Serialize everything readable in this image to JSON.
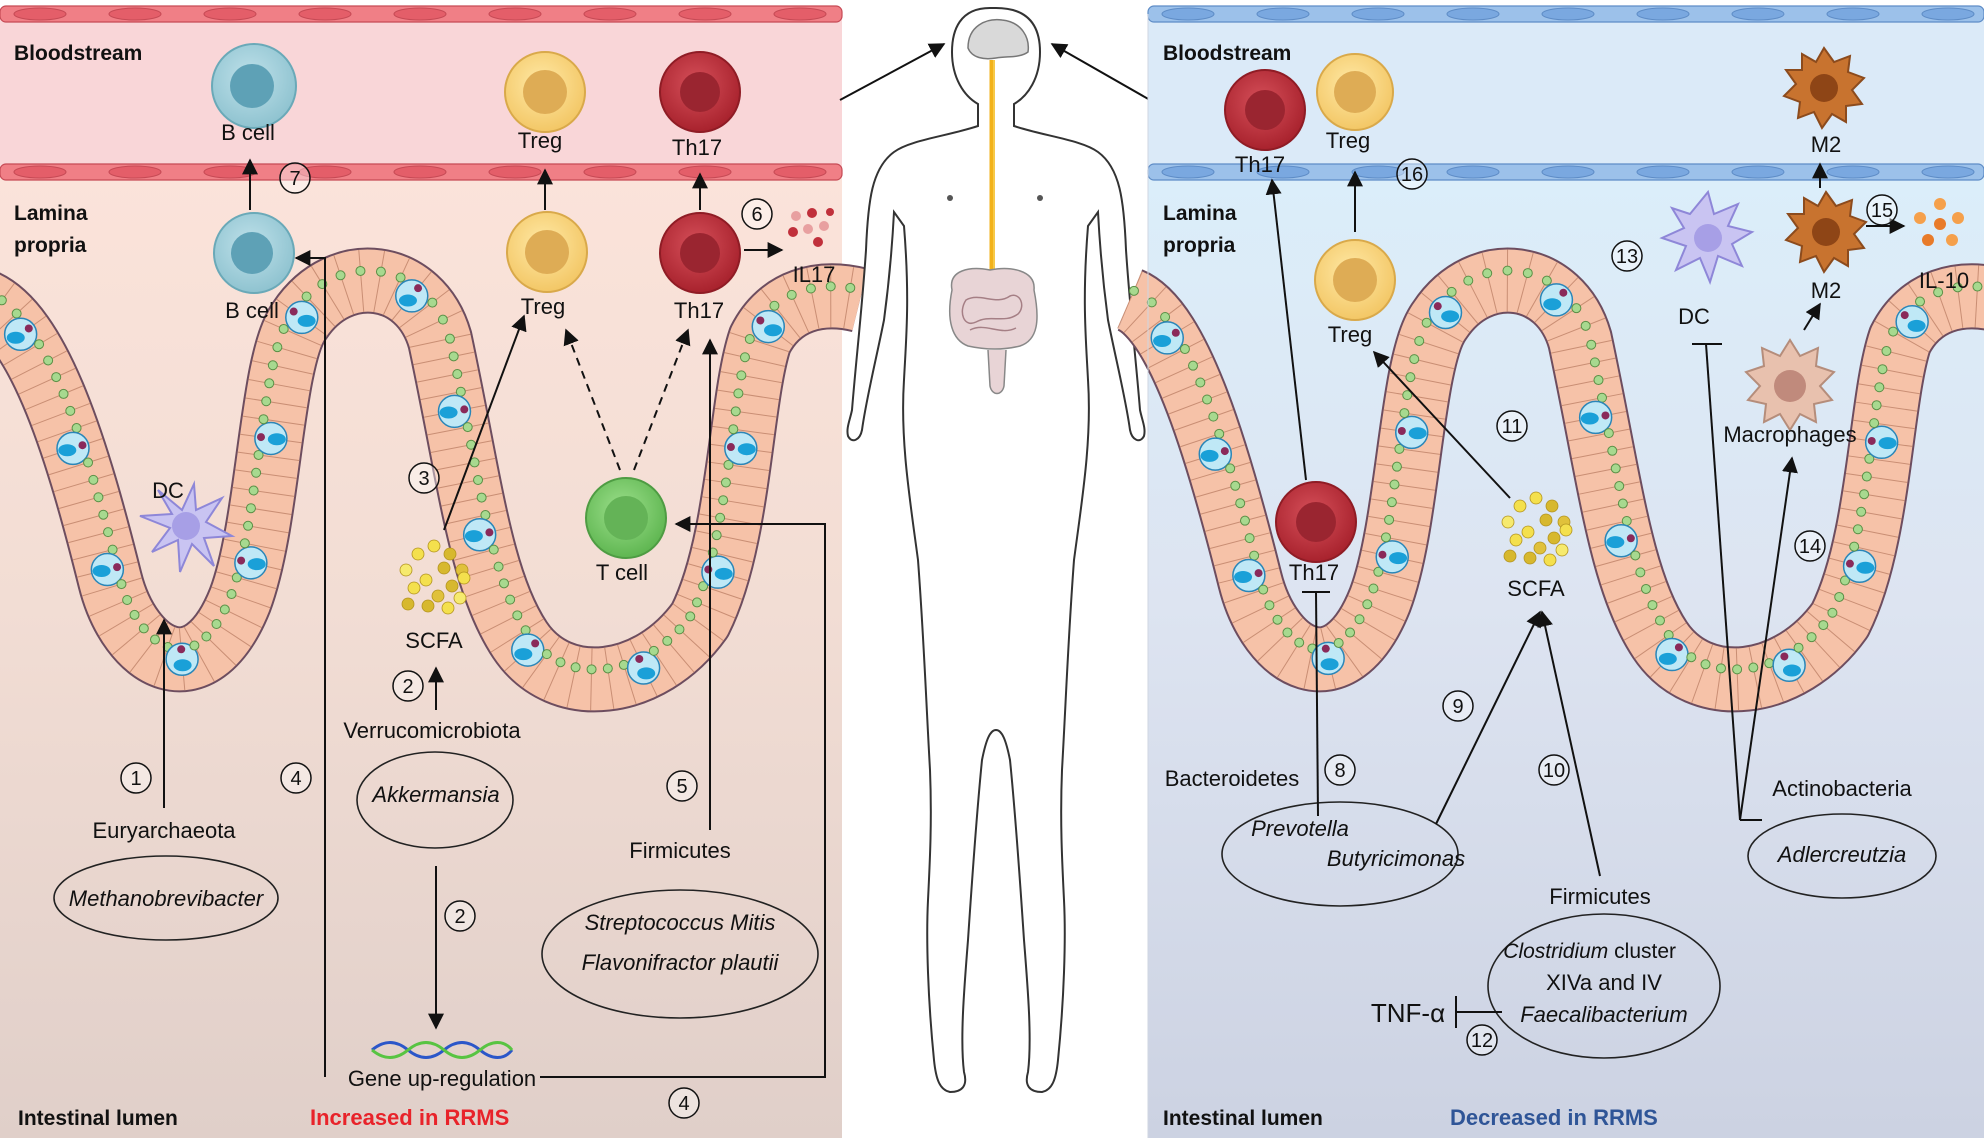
{
  "left": {
    "bloodstream": "Bloodstream",
    "lamina_propria_1": "Lamina",
    "lamina_propria_2": "propria",
    "intestinal_lumen": "Intestinal lumen",
    "caption": "Increased in RRMS",
    "caption_color": "#e8232a",
    "cells": {
      "b_cell_blood": "B cell",
      "b_cell_lp": "B cell",
      "treg_blood": "Treg",
      "treg_lp": "Treg",
      "th17_blood": "Th17",
      "th17_lp": "Th17",
      "t_cell": "T cell",
      "dc": "DC",
      "il17": "IL17",
      "scfa": "SCFA"
    },
    "taxa": {
      "euryarchaeota": "Euryarchaeota",
      "methanobrevibacter": "Methanobrevibacter",
      "verrucomicrobiota": "Verrucomicrobiota",
      "akkermansia": "Akkermansia",
      "firmicutes": "Firmicutes",
      "streptococcus": "Streptococcus Mitis",
      "flavonifractor": "Flavonifractor plautii"
    },
    "gene": "Gene up-regulation",
    "numbers": [
      "1",
      "2",
      "2",
      "3",
      "4",
      "4",
      "5",
      "6",
      "7"
    ]
  },
  "right": {
    "bloodstream": "Bloodstream",
    "lamina_propria_1": "Lamina",
    "lamina_propria_2": "propria",
    "intestinal_lumen": "Intestinal lumen",
    "caption": "Decreased in RRMS",
    "caption_color": "#2f5597",
    "cells": {
      "th17_blood": "Th17",
      "treg_blood": "Treg",
      "m2_blood": "M2",
      "treg_lp": "Treg",
      "th17_lp": "Th17",
      "dc": "DC",
      "m2_lp": "M2",
      "il10": "IL-10",
      "macrophages": "Macrophages",
      "scfa": "SCFA"
    },
    "taxa": {
      "bacteroidetes": "Bacteroidetes",
      "prevotella": "Prevotella",
      "butyricimonas": "Butyricimonas",
      "firmicutes": "Firmicutes",
      "clostridium": "Clostridium",
      "cluster": " cluster",
      "xiva": "XIVa and IV",
      "faecalibacterium": "Faecalibacterium",
      "actinobacteria": "Actinobacteria",
      "adlercreutzia": "Adlercreutzia"
    },
    "tnf": "TNF-α",
    "numbers": [
      "8",
      "9",
      "10",
      "11",
      "12",
      "13",
      "14",
      "15",
      "16"
    ]
  }
}
